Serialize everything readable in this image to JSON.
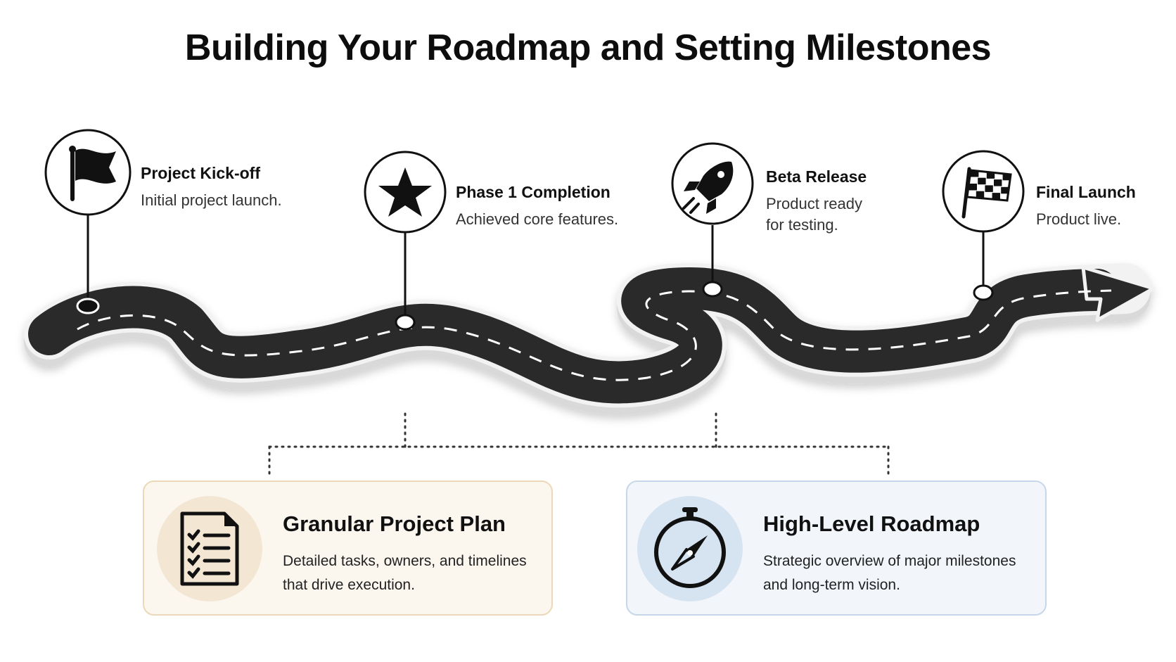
{
  "title": "Building Your Roadmap and Setting Milestones",
  "milestones": [
    {
      "title": "Project Kick-off",
      "description": "Initial project launch.",
      "icon": "flag-icon"
    },
    {
      "title": "Phase 1 Completion",
      "description": "Achieved core features.",
      "icon": "star-icon"
    },
    {
      "title": "Beta Release",
      "description_lines": [
        "Product ready",
        "for testing."
      ],
      "icon": "rocket-icon"
    },
    {
      "title": "Final Launch",
      "description": "Product live.",
      "icon": "checkered-flag-icon"
    }
  ],
  "cards": {
    "plan": {
      "title": "Granular Project Plan",
      "description": "Detailed tasks, owners, and timelines that drive execution.",
      "icon": "checklist-document-icon",
      "background": "#fbf7ef",
      "border": "#ecd8b8"
    },
    "roadmap": {
      "title": "High-Level Roadmap",
      "description": "Strategic overview of major milestones and long-term vision.",
      "icon": "compass-icon",
      "background": "#f2f6fb",
      "border": "#c7d7ea"
    }
  },
  "colors": {
    "road": "#2b2b2b",
    "road_edge": "#e6e6e6",
    "lane_marking": "#ffffff",
    "ink": "#111111"
  }
}
